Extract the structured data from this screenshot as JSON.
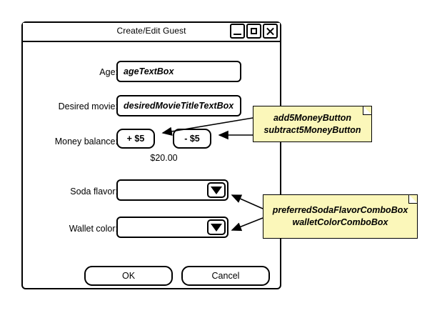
{
  "window": {
    "title": "Create/Edit Guest",
    "controls": [
      {
        "name": "minimize-button",
        "glyph": "minimize-icon"
      },
      {
        "name": "maximize-button",
        "glyph": "maximize-icon"
      },
      {
        "name": "close-button",
        "glyph": "close-icon"
      }
    ]
  },
  "form": {
    "age": {
      "label": "Age:",
      "value": "ageTextBox"
    },
    "desired_movie": {
      "label": "Desired movie:",
      "value": "desiredMovieTitleTextBox"
    },
    "money_balance": {
      "label": "Money balance:",
      "add_button": "+ $5",
      "subtract_button": "- $5",
      "balance": "$20.00"
    },
    "soda_flavor": {
      "label": "Soda flavor:",
      "value": "",
      "dropdown_icon": "triangle-down-icon"
    },
    "wallet_color": {
      "label": "Wallet color:",
      "value": "",
      "dropdown_icon": "triangle-down-icon"
    }
  },
  "actions": {
    "ok": "OK",
    "cancel": "Cancel"
  },
  "notes": [
    {
      "id": "money-buttons-note",
      "lines": [
        "add5MoneyButton",
        "subtract5MoneyButton"
      ]
    },
    {
      "id": "combobox-note",
      "lines": [
        "preferredSodaFlavorComboBox",
        "walletColorComboBox"
      ]
    }
  ],
  "colors": {
    "note_background": "#fbf7ba",
    "outline": "#000000",
    "surface": "#ffffff"
  }
}
